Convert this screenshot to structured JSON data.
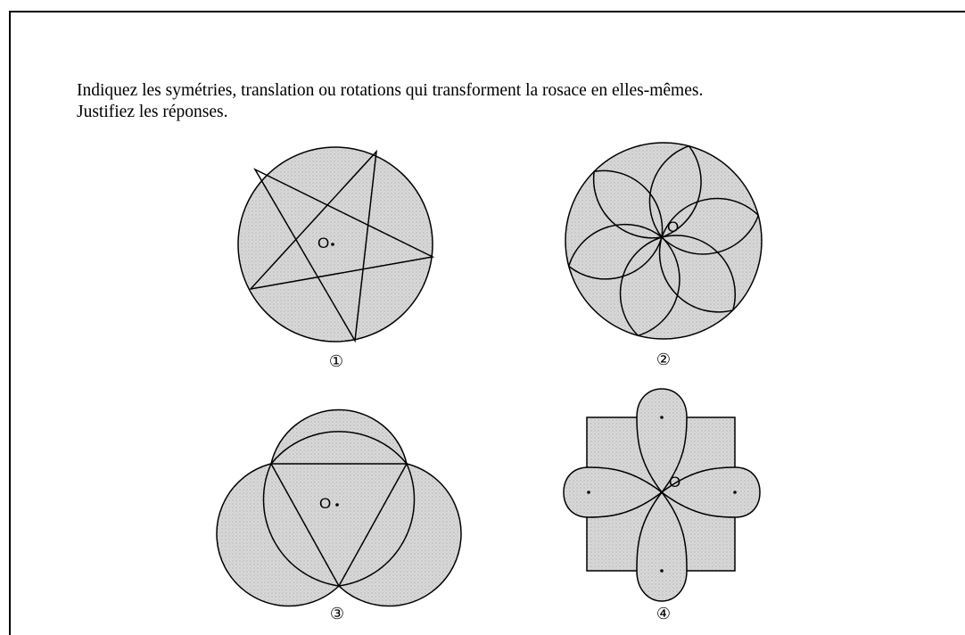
{
  "instructions": {
    "line1": "Indiquez les symétries, translation ou rotations qui transforment la rosace en elles-mêmes.",
    "line2": "Justifiez les réponses."
  },
  "figures": [
    {
      "number": "①",
      "center_label": "O"
    },
    {
      "number": "②",
      "center_label": "O"
    },
    {
      "number": "③",
      "center_label": "O"
    },
    {
      "number": "④",
      "center_label": "O"
    }
  ],
  "colors": {
    "fill": "#d3d3d3",
    "stroke": "#000000",
    "background": "#ffffff"
  }
}
